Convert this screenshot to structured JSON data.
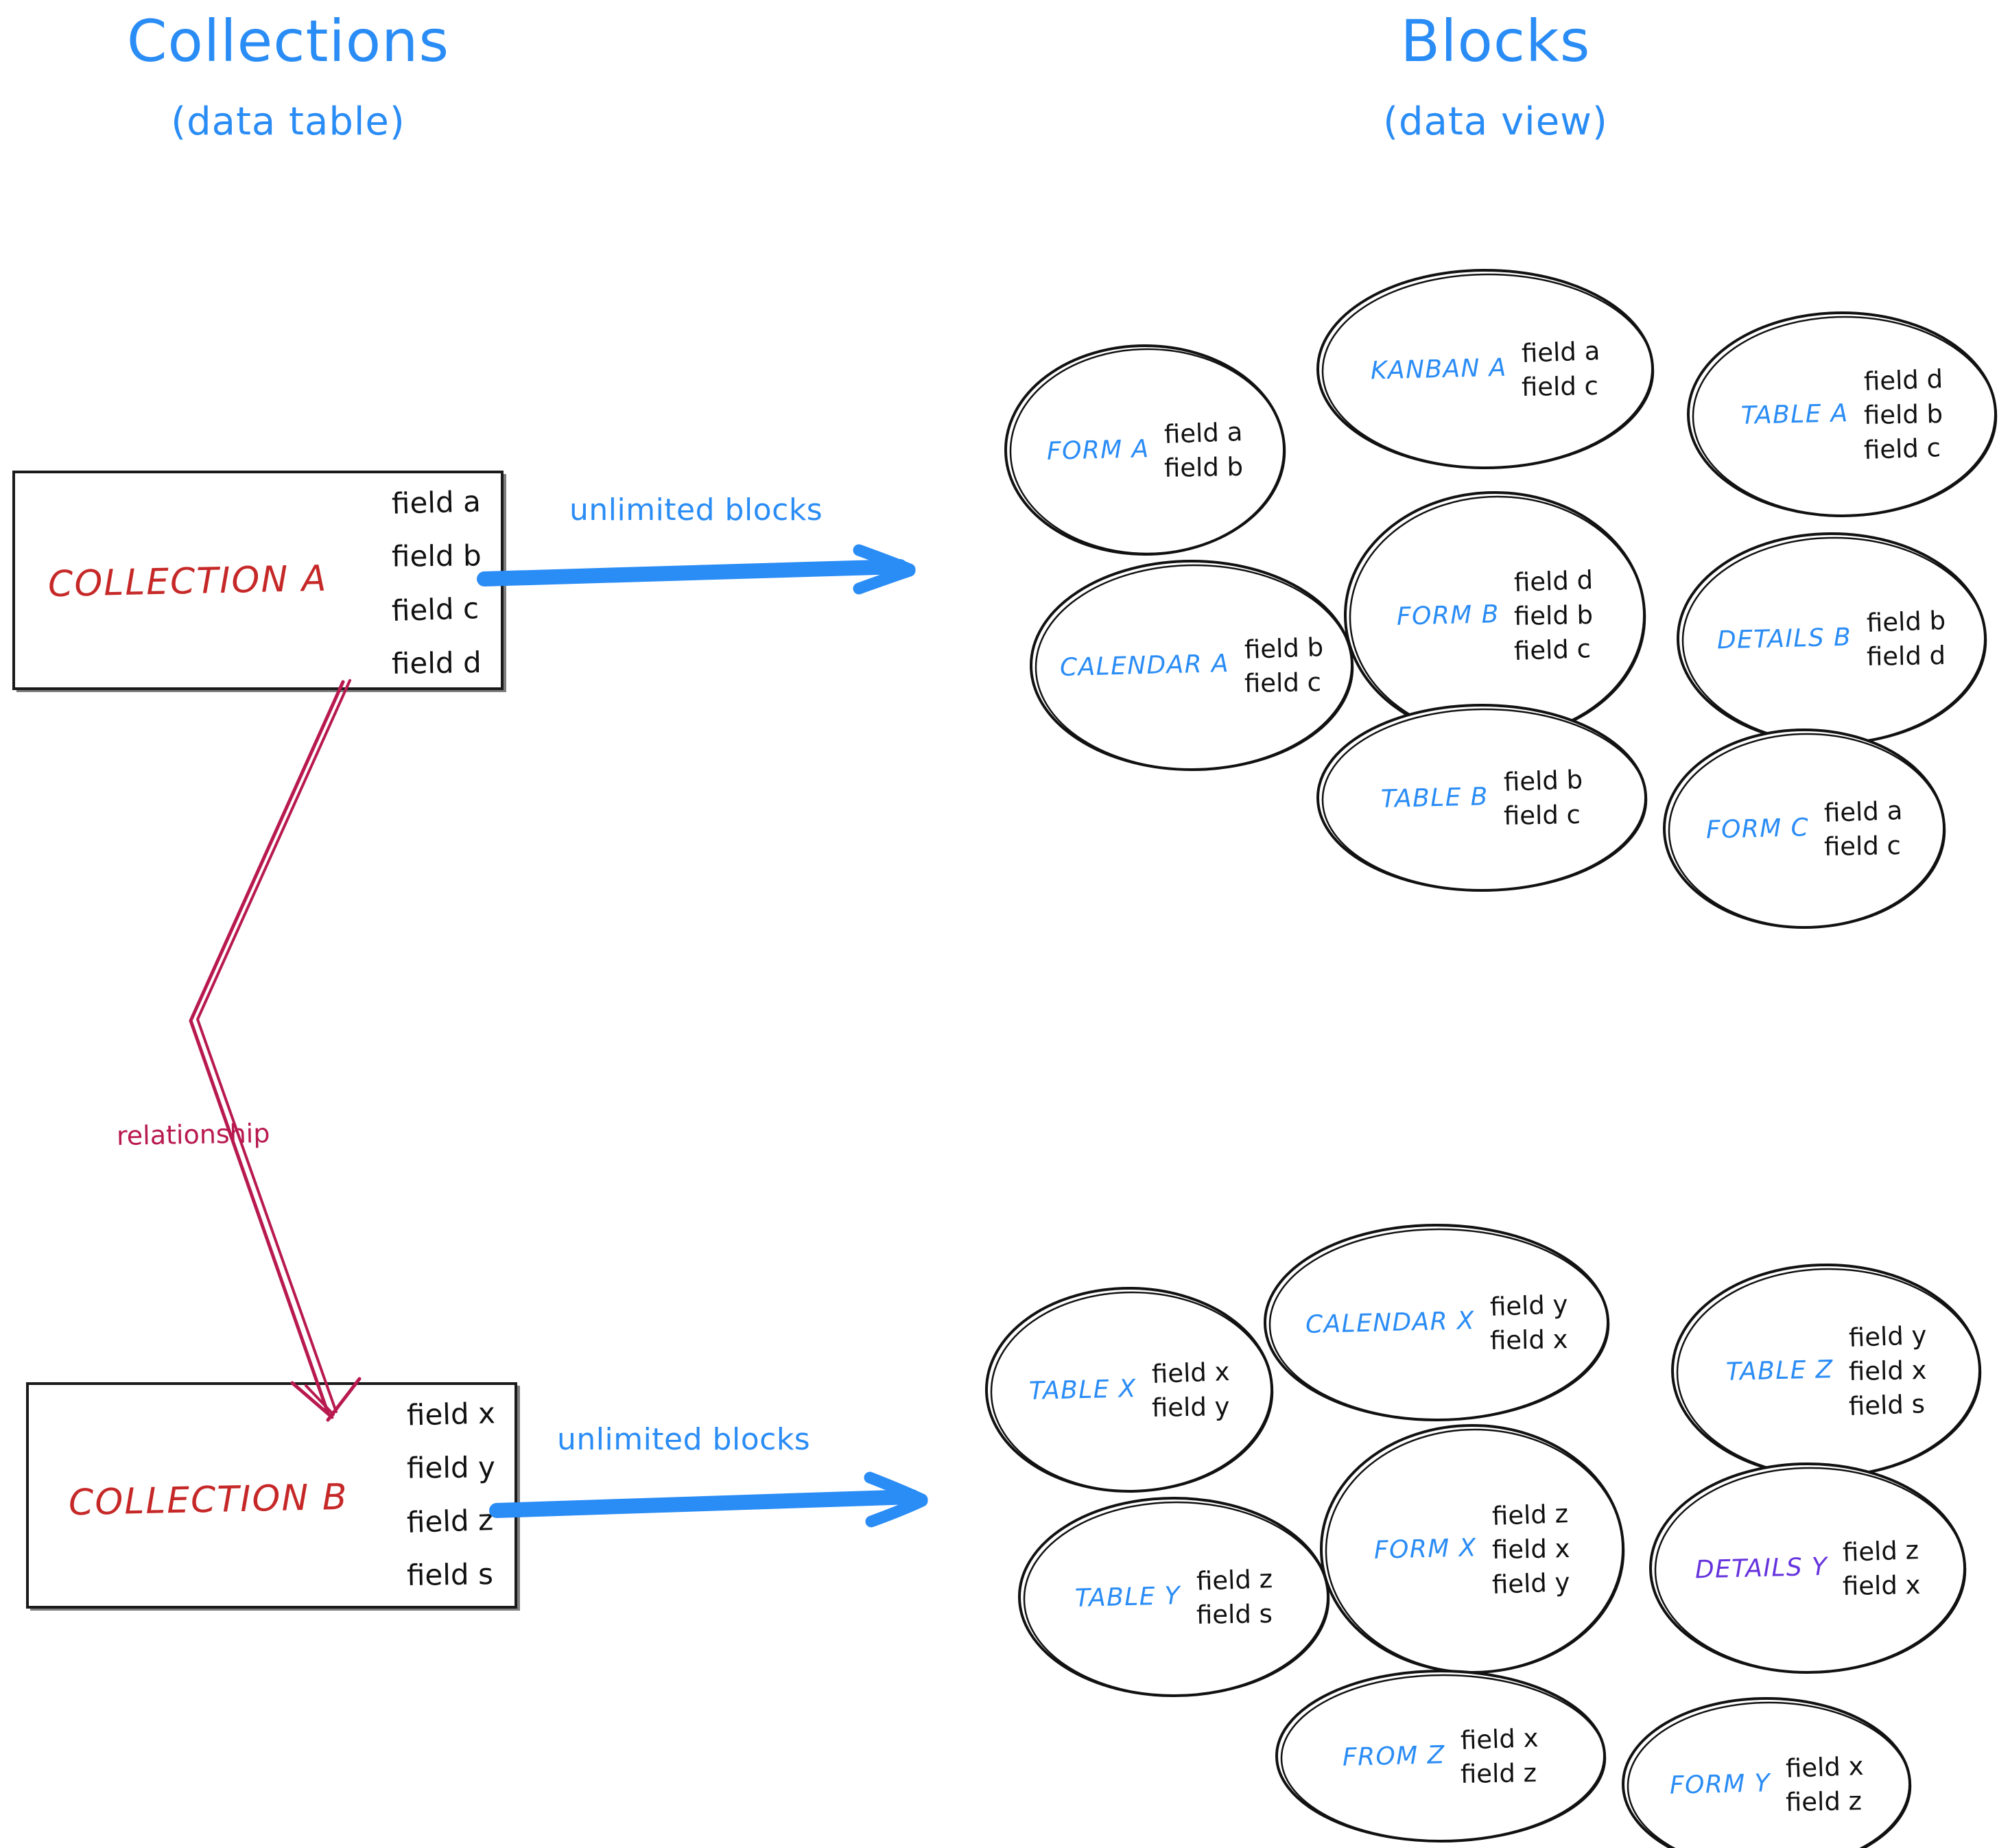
{
  "titles": {
    "left": {
      "main": "Collections",
      "sub": "(data table)"
    },
    "right": {
      "main": "Blocks",
      "sub": "(data view)"
    }
  },
  "colors": {
    "title_blue": "#2a8cf5",
    "block_label_blue": "#2a8cf5",
    "block_label_purple": "#6633dd",
    "collection_red": "#c62828",
    "relationship_crimson": "#b8194f",
    "ink_black": "#111111",
    "arrow_blue": "#2a8cf5"
  },
  "collections": [
    {
      "id": "collection-a",
      "name": "COLLECTION A",
      "fields": [
        "field a",
        "field b",
        "field c",
        "field d"
      ]
    },
    {
      "id": "collection-b",
      "name": "COLLECTION B",
      "fields": [
        "field x",
        "field y",
        "field z",
        "field s"
      ]
    }
  ],
  "connectors": {
    "arrow_top_label": "unlimited blocks",
    "arrow_bottom_label": "unlimited blocks",
    "relationship_label": "relationship"
  },
  "blocks_top": [
    {
      "id": "form-a",
      "name": "FORM A",
      "fields": [
        "field a",
        "field b"
      ]
    },
    {
      "id": "kanban-a",
      "name": "KANBAN A",
      "fields": [
        "field a",
        "field c"
      ]
    },
    {
      "id": "table-a",
      "name": "TABLE A",
      "fields": [
        "field d",
        "field b",
        "field c"
      ]
    },
    {
      "id": "calendar-a",
      "name": "CALENDAR A",
      "fields": [
        "field b",
        "field c"
      ]
    },
    {
      "id": "form-b",
      "name": "FORM B",
      "fields": [
        "field d",
        "field b",
        "field c"
      ]
    },
    {
      "id": "details-b",
      "name": "DETAILS B",
      "fields": [
        "field b",
        "field d"
      ]
    },
    {
      "id": "table-b",
      "name": "TABLE B",
      "fields": [
        "field b",
        "field c"
      ]
    },
    {
      "id": "form-c",
      "name": "FORM C",
      "fields": [
        "field a",
        "field c"
      ]
    }
  ],
  "blocks_bottom": [
    {
      "id": "table-x",
      "name": "TABLE X",
      "fields": [
        "field x",
        "field y"
      ]
    },
    {
      "id": "calendar-x",
      "name": "CALENDAR X",
      "fields": [
        "field y",
        "field x"
      ]
    },
    {
      "id": "table-z",
      "name": "TABLE Z",
      "fields": [
        "field y",
        "field x",
        "field s"
      ]
    },
    {
      "id": "table-y",
      "name": "TABLE Y",
      "fields": [
        "field z",
        "field s"
      ]
    },
    {
      "id": "form-x",
      "name": "FORM X",
      "fields": [
        "field z",
        "field x",
        "field y"
      ]
    },
    {
      "id": "details-y",
      "name": "DETAILS Y",
      "fields": [
        "field z",
        "field x"
      ]
    },
    {
      "id": "from-z",
      "name": "FROM Z",
      "fields": [
        "field x",
        "field z"
      ]
    },
    {
      "id": "form-y",
      "name": "FORM Y",
      "fields": [
        "field x",
        "field z"
      ]
    }
  ]
}
